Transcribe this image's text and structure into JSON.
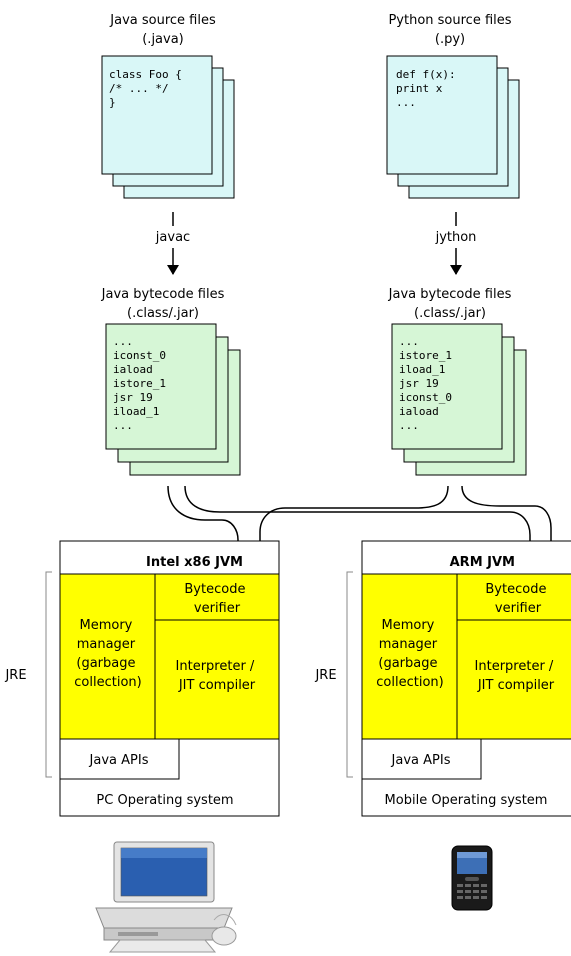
{
  "left": {
    "source_title": "Java source files",
    "source_ext": "(.java)",
    "source_code": [
      "class Foo {",
      "  /* ... */",
      "}"
    ],
    "compiler": "javac",
    "bytecode_title": "Java bytecode files",
    "bytecode_ext": "(.class/.jar)",
    "bytecode_code": [
      "...",
      "iconst_0",
      "iaload",
      "istore_1",
      "jsr 19",
      "iload_1",
      "..."
    ]
  },
  "right": {
    "source_title": "Python source files",
    "source_ext": "(.py)",
    "source_code": [
      "def f(x):",
      "  print x",
      "..."
    ],
    "compiler": "jython",
    "bytecode_title": "Java bytecode files",
    "bytecode_ext": "(.class/.jar)",
    "bytecode_code": [
      "...",
      "istore_1",
      "iload_1",
      "jsr 19",
      "iconst_0",
      "iaload",
      "..."
    ]
  },
  "jvm_left": {
    "title": "Intel x86 JVM",
    "memory": [
      "Memory",
      "manager",
      "(garbage",
      "collection)"
    ],
    "verifier": [
      "Bytecode",
      "verifier"
    ],
    "interpreter": [
      "Interpreter /",
      "JIT compiler"
    ],
    "apis": "Java APIs",
    "os": "PC Operating system",
    "jre": "JRE"
  },
  "jvm_right": {
    "title": "ARM JVM",
    "memory": [
      "Memory",
      "manager",
      "(garbage",
      "collection)"
    ],
    "verifier": [
      "Bytecode",
      "verifier"
    ],
    "interpreter": [
      "Interpreter /",
      "JIT compiler"
    ],
    "apis": "Java APIs",
    "os": "Mobile Operating system",
    "jre": "JRE"
  },
  "colors": {
    "source_fill": "#d9f7f7",
    "bytecode_fill": "#d6f6d6",
    "jvm_component_fill": "#ffff00",
    "stroke": "#000000"
  },
  "icons": [
    "desktop-computer-icon",
    "mobile-phone-icon"
  ]
}
